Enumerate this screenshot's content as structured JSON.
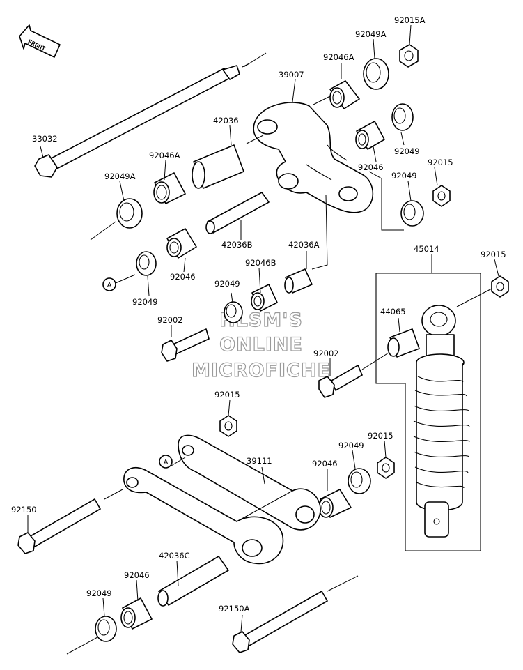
{
  "front_label": "FRONT",
  "watermark": [
    "HLSM'S",
    "ONLINE",
    "MICROFICHE"
  ],
  "ref_marker": "A",
  "parts": {
    "p92015A": "92015A",
    "p92049A_top": "92049A",
    "p92046A_top": "92046A",
    "p39007": "39007",
    "p33032": "33032",
    "p42036": "42036",
    "p92046A_mid": "92046A",
    "p92049_r1": "92049",
    "p92046_r": "92046",
    "p92015_r": "92015",
    "p92049_r2": "92049",
    "p92049A_left": "92049A",
    "p42036B": "42036B",
    "p92046_l": "92046",
    "p42036A": "42036A",
    "p92046B": "92046B",
    "p92049_c": "92049",
    "p92049_l": "92049",
    "p45014": "45014",
    "p92015_s": "92015",
    "p92002_l": "92002",
    "p44065": "44065",
    "p92002_r": "92002",
    "p92015_m": "92015",
    "p39111": "39111",
    "p92015_b": "92015",
    "p92049_b": "92049",
    "p92046_b": "92046",
    "p92150": "92150",
    "p42036C": "42036C",
    "p92046_bl": "92046",
    "p92049_bl": "92049",
    "p92150A": "92150A"
  }
}
